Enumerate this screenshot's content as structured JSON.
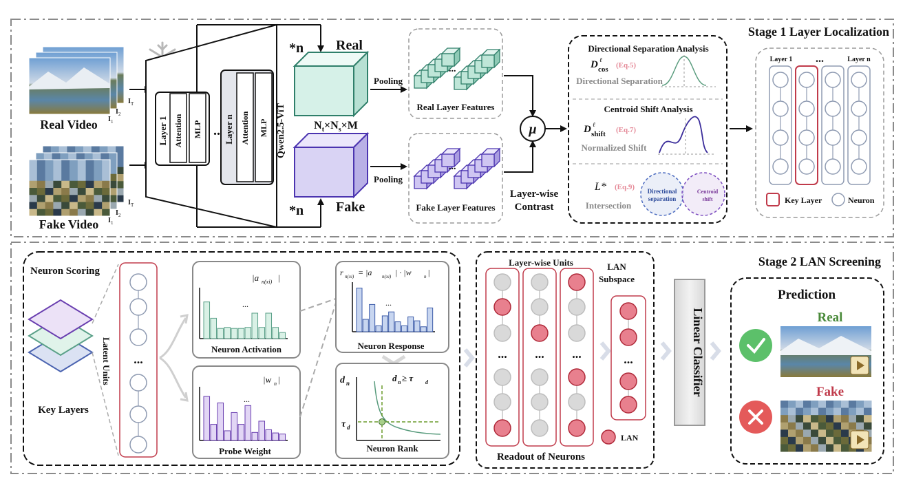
{
  "stage1": {
    "title": "Stage 1 Layer Localization",
    "real_video": "Real Video",
    "fake_video": "Fake Video",
    "frame_labels": [
      "I",
      "1",
      "I",
      "2",
      "I",
      "T"
    ],
    "backbone": "Qwen2.5-ViT",
    "layer1": "Layer 1",
    "layern": "Layer n",
    "attention": "Attention",
    "mlp": "MLP",
    "ellipsis": "...",
    "times_n": "*n",
    "real": "Real",
    "fake": "Fake",
    "dims": "Nt×Ns×M",
    "pooling": "Pooling",
    "real_layer_features": "Real Layer Features",
    "fake_layer_features": "Fake Layer Features",
    "mu": "μ",
    "layerwise_contrast_1": "Layer-wise",
    "layerwise_contrast_2": "Contrast",
    "dsa_title": "Directional Separation Analysis",
    "dcos": "D",
    "dcos_sub": "cos",
    "ell": "ℓ",
    "eq5": "(Eq.5)",
    "dir_sep": "Directional Separation",
    "csa_title": "Centroid Shift Analysis",
    "dshift_sub": "shift",
    "eq7": "(Eq.7)",
    "norm_shift": "Normalized Shift",
    "lstar": "L*",
    "eq9": "(Eq.9)",
    "intersection": "Intersection",
    "venn_dir_1": "Directional",
    "venn_dir_2": "separation",
    "venn_cen_1": "Centroid",
    "venn_cen_2": "shift",
    "col_layer1": "Layer 1",
    "col_dots": "...",
    "col_layern": "Layer n",
    "key_layer": "Key Layer",
    "neuron": "Neuron"
  },
  "stage2": {
    "title": "Stage 2 LAN Screening",
    "neuron_scoring": "Neuron Scoring",
    "latent_units": "Latent Units",
    "key_layers": "Key Layers",
    "act_formula": "|a",
    "act_formula_sub": "n(xi)",
    "act_formula_end": "|",
    "neuron_activation": "Neuron Activation",
    "probe_formula": "|w",
    "probe_formula_sub": "n",
    "probe_formula_end": "|",
    "probe_weight": "Probe Weight",
    "resp_formula": "r",
    "resp_formula_sub": "n(xi)",
    "resp_formula_rest": " = |a",
    "resp_formula_sub2": "n(xi)",
    "resp_formula_end": "| · |w",
    "resp_formula_sub3": "n",
    "resp_formula_close": "|",
    "neuron_response": "Neuron Response",
    "dn": "d",
    "dn_sub": "n",
    "rank_cond": "d",
    "rank_cond_sub": "n",
    "rank_cond_rest": " ≥ τ",
    "rank_cond_sub2": "d",
    "tau": "τ",
    "tau_sub": "d",
    "neuron_rank": "Neuron Rank",
    "layerwise_units": "Layer-wise Units",
    "lan_subspace_1": "LAN",
    "lan_subspace_2": "Subspace",
    "lan": "LAN",
    "readout": "Readout of Neurons",
    "linear_classifier": "Linear Classifier",
    "prediction": "Prediction",
    "pred_real": "Real",
    "pred_fake": "Fake",
    "dots": "..."
  },
  "colors": {
    "teal": "#d3efe6",
    "teal_stroke": "#3f8f7c",
    "purple": "#dcd6f5",
    "purple_stroke": "#5a3fb7",
    "key_red": "#c03a4a",
    "neuron_gray": "#8f9bb2",
    "lan_fill": "#e8808e",
    "real_green": "#3a8a3a",
    "fake_red": "#c03a4a"
  },
  "chart_data": [
    {
      "type": "bar",
      "title": "Neuron Activation",
      "series": [
        {
          "values": [
            0.72,
            0.4,
            0.2,
            0.22,
            0.2,
            0.2,
            0.22,
            0.5,
            0.22,
            0.5,
            0.22,
            0.12
          ]
        }
      ]
    },
    {
      "type": "bar",
      "title": "Probe Weight",
      "series": [
        {
          "values": [
            0.82,
            0.3,
            0.7,
            0.18,
            0.52,
            0.3,
            0.65,
            0.15,
            0.36,
            0.2,
            0.14,
            0.12
          ]
        }
      ]
    },
    {
      "type": "bar",
      "title": "Neuron Response",
      "series": [
        {
          "values": [
            0.88,
            0.25,
            0.55,
            0.12,
            0.32,
            0.4,
            0.2,
            0.12,
            0.3,
            0.22,
            0.1,
            0.48
          ]
        }
      ]
    }
  ]
}
